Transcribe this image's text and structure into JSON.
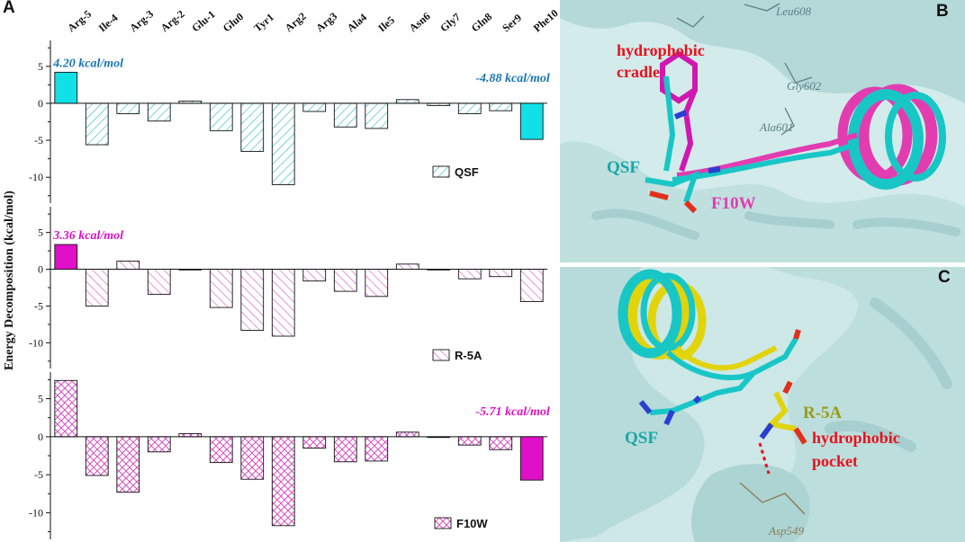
{
  "figure": {
    "panel_labels": [
      "A",
      "B",
      "C"
    ]
  },
  "chart_data": {
    "type": "bar",
    "ylabel": "Energy Decomposition (kcal/mol)",
    "categories": [
      "Arg-5",
      "Ile-4",
      "Arg-3",
      "Arg-2",
      "Glu-1",
      "Glu0",
      "Tyr1",
      "Arg2",
      "Arg3",
      "Ala4",
      "Ile5",
      "Asn6",
      "Gly7",
      "Gln8",
      "Ser9",
      "Phe10"
    ],
    "series": [
      {
        "name": "QSF",
        "values": [
          4.2,
          -5.6,
          -1.4,
          -2.4,
          0.3,
          -3.7,
          -6.5,
          -11.0,
          -1.1,
          -3.2,
          -3.4,
          0.5,
          -0.3,
          -1.4,
          -1.0,
          -4.88
        ],
        "annotations": [
          "4.20 kcal/mol",
          "-4.88 kcal/mol"
        ],
        "ticks": [
          5,
          0,
          -5,
          -10
        ],
        "ylim": [
          -13.5,
          8.5
        ],
        "solid_color": "#11e0e6",
        "hatch_color": "#22b9b9"
      },
      {
        "name": "R-5A",
        "values": [
          3.36,
          -5.0,
          1.1,
          -3.4,
          0.0,
          -5.2,
          -8.3,
          -9.1,
          -1.6,
          -3.0,
          -3.7,
          0.7,
          0.0,
          -1.3,
          -1.0,
          -4.4
        ],
        "annotations": [
          "3.36 kcal/mol"
        ],
        "ticks": [
          5,
          0,
          -5,
          -10
        ],
        "ylim": [
          -13.5,
          8.5
        ],
        "solid_color": "#e010c8",
        "hatch_color": "#d84fc4"
      },
      {
        "name": "F10W",
        "values": [
          7.4,
          -5.1,
          -7.3,
          -2.0,
          0.4,
          -3.4,
          -5.6,
          -11.7,
          -1.5,
          -3.3,
          -3.2,
          0.6,
          -0.1,
          -1.1,
          -1.7,
          -5.71
        ],
        "annotations": [
          "-5.71 kcal/mol"
        ],
        "ticks": [
          5,
          0,
          -5,
          -10
        ],
        "ylim": [
          -13.5,
          8.5
        ],
        "solid_color": "#e010c8",
        "hatch_color": "#d84fc4"
      }
    ]
  },
  "panel_b": {
    "labels": {
      "hydrophobic": "hydrophobic",
      "cradle": "cradle",
      "qsf": "QSF",
      "f10w": "F10W",
      "leu608": "Leu608",
      "gly602": "Gly602",
      "ala601": "Ala601"
    },
    "colors": {
      "red": "#e8101c",
      "teal": "#19a7a7",
      "magenta": "#e23cb0",
      "residue": "#5b7f86"
    }
  },
  "panel_c": {
    "labels": {
      "qsf": "QSF",
      "r5a": "R-5A",
      "hydrophobic": "hydrophobic",
      "pocket": "pocket",
      "asp549": "Asp549"
    },
    "colors": {
      "red": "#e8101c",
      "teal": "#19a7a7",
      "olive": "#9b9b16",
      "residue": "#8c7a5a"
    }
  }
}
